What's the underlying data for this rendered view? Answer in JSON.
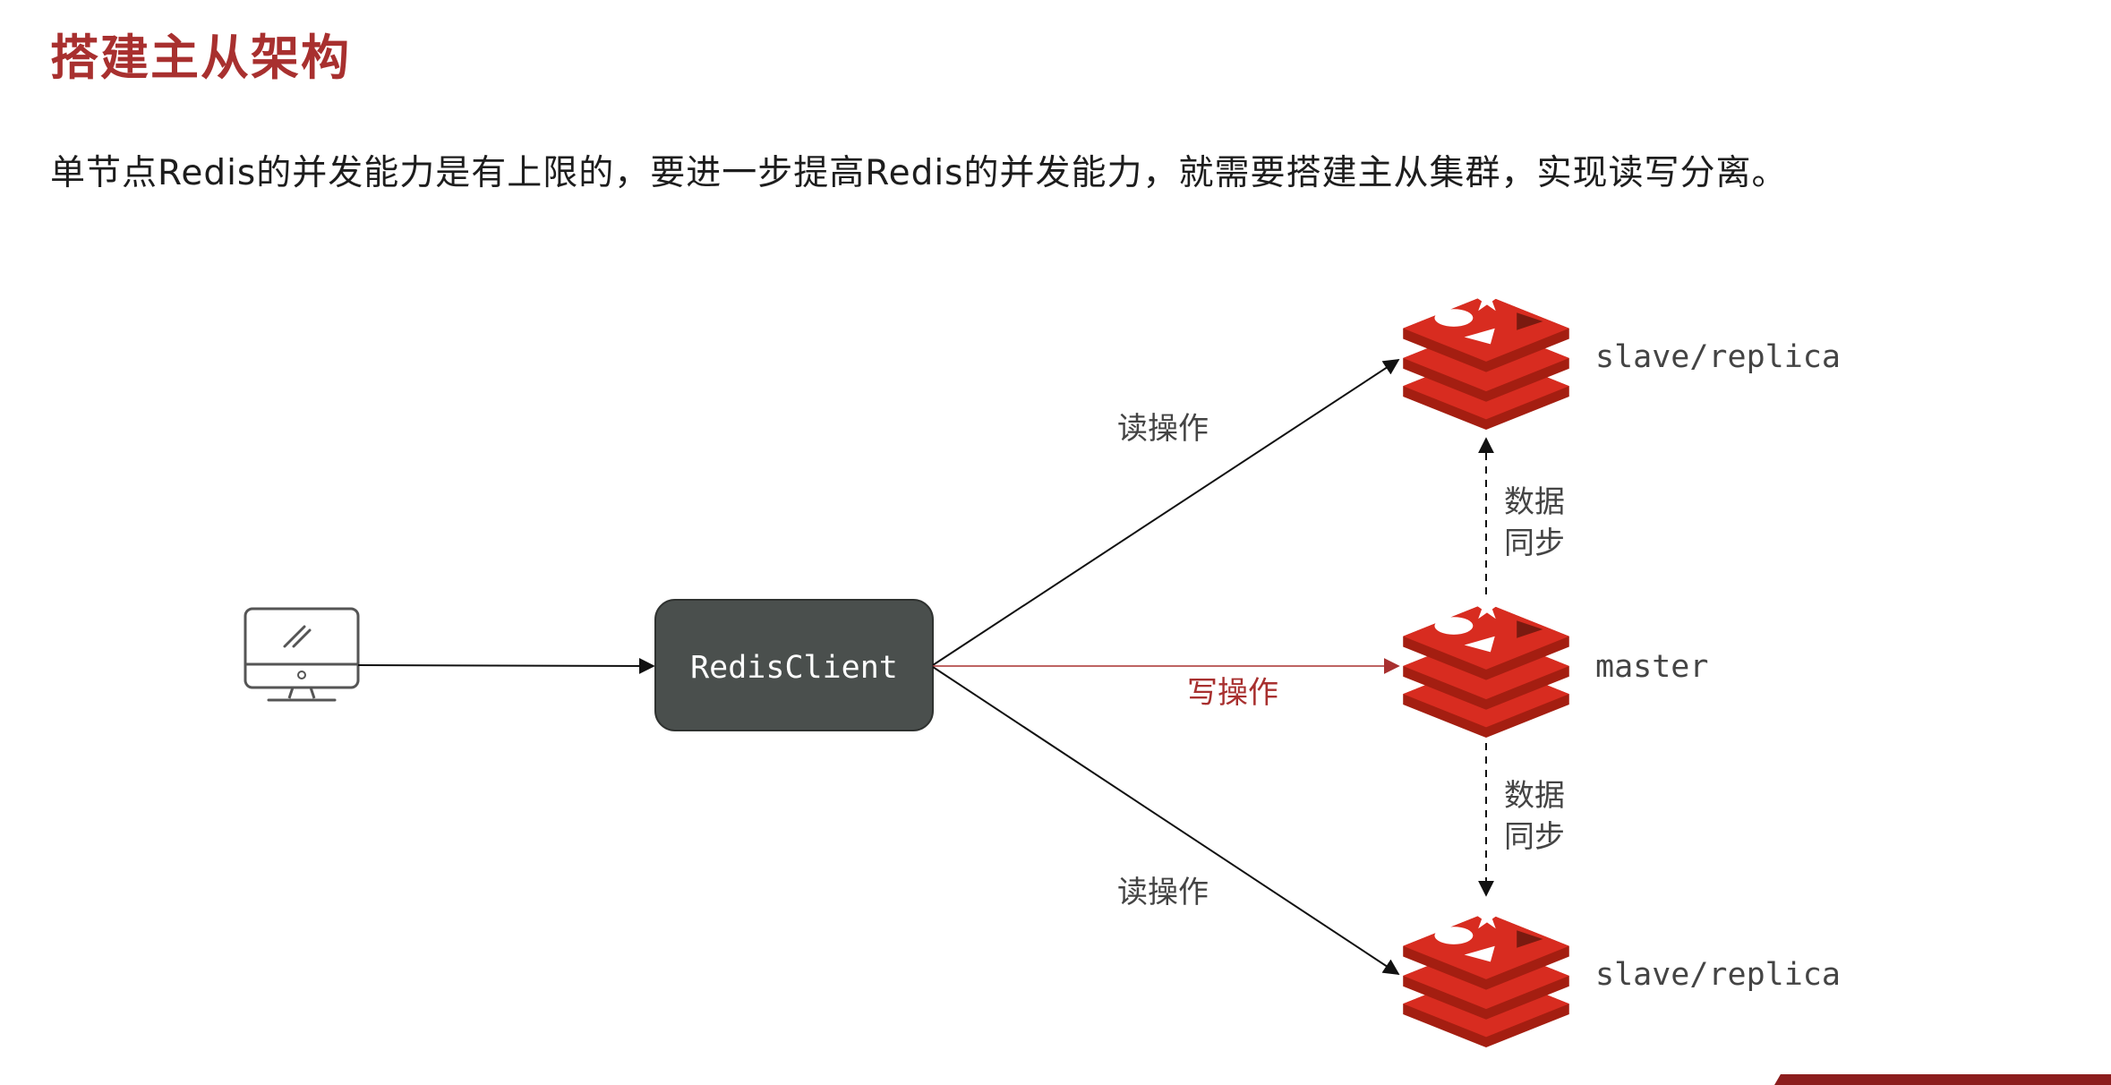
{
  "slide": {
    "title": "搭建主从架构",
    "description": "单节点Redis的并发能力是有上限的，要进一步提高Redis的并发能力，就需要搭建主从集群，实现读写分离。"
  },
  "diagram": {
    "computer": {
      "icon": "computer-icon"
    },
    "client": {
      "label": "RedisClient"
    },
    "nodes": {
      "top_replica": {
        "label": "slave/replica",
        "icon": "redis-logo-icon"
      },
      "master": {
        "label": "master",
        "icon": "redis-logo-icon"
      },
      "bottom_replica": {
        "label": "slave/replica",
        "icon": "redis-logo-icon"
      }
    },
    "edges": {
      "read_top": "读操作",
      "write": "写操作",
      "read_bottom": "读操作",
      "sync_top": [
        "数据",
        "同步"
      ],
      "sync_bottom": [
        "数据",
        "同步"
      ]
    }
  },
  "colors": {
    "accent": "#a8302f",
    "redis_red": "#d82c20",
    "client_box": "#4a4f4d",
    "text": "#1d1d1d"
  }
}
